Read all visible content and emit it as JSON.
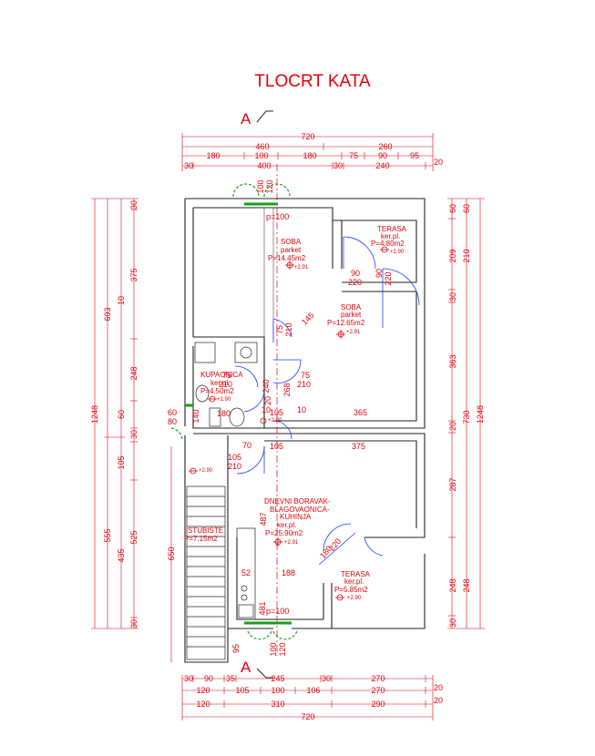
{
  "title": "TLOCRT KATA",
  "section_marker": "A",
  "dims_top": {
    "row1": [
      "720"
    ],
    "row2": [
      "460",
      "260"
    ],
    "row3": [
      "180",
      "100",
      "180",
      "75",
      "90",
      "95"
    ],
    "row4": [
      "30",
      "400",
      "30",
      "240",
      "20"
    ]
  },
  "dims_bottom": {
    "row1": [
      "30",
      "90",
      "35",
      "245",
      "30",
      "270",
      "20"
    ],
    "row2": [
      "120",
      "105",
      "100",
      "106",
      "270",
      "20"
    ],
    "row3": [
      "120",
      "310",
      "290",
      "20"
    ],
    "row4": [
      "720"
    ]
  },
  "dims_left": {
    "outer": "1248",
    "mid": [
      "693",
      "555"
    ],
    "inner": [
      "30",
      "375",
      "10",
      "248",
      "60",
      "30",
      "105",
      "525",
      "435",
      "30"
    ],
    "stair_col": "650"
  },
  "dims_right": {
    "outer": "1248",
    "mid": [
      "730"
    ],
    "inner": [
      "60",
      "209",
      "210",
      "30",
      "363",
      "20",
      "287",
      "248",
      "30"
    ]
  },
  "rooms": {
    "soba1": {
      "name": "SOBA",
      "floor": "parket",
      "area": "P=14.45m2",
      "level": "+2.91"
    },
    "terasa1": {
      "name": "TERASA",
      "floor": "ker.pl.",
      "area": "P=4.80m2",
      "level": "+2.90"
    },
    "soba2": {
      "name": "SOBA",
      "floor": "parket",
      "area": "P=12.65m2",
      "level": "+2.91"
    },
    "kupaonica": {
      "name": "KUPAONICA",
      "floor": "ker.pl.",
      "area": "P=4.50m2",
      "level": "+2.90"
    },
    "hodnik": {
      "level": "+2.90"
    },
    "dnevni": {
      "name": "DNEVNI BORAVAK-",
      "name2": "BLAGOVAONICA-",
      "name3": "KUHINJA",
      "floor": "ker.pl.",
      "area": "P=25.90m2",
      "level": "+2.91"
    },
    "stubiste": {
      "name": "STUBISTE",
      "area": "P=7.15m2"
    },
    "terasa2": {
      "name": "TERASA",
      "floor": "ker.pl.",
      "area": "P=5.85m2",
      "level": "+2.90"
    }
  },
  "openings": {
    "win_top": {
      "w": "100",
      "h": "120",
      "p": "p=100"
    },
    "win_bottom": {
      "w": "100",
      "h": "120",
      "p": "p=100"
    },
    "door_soba1": {
      "w": "90",
      "h": "220"
    },
    "door_terasa1": {
      "w": "90",
      "h": "220"
    },
    "door_soba2": {
      "w": "75",
      "h": "210"
    },
    "door_kupaonica": {
      "w": "75",
      "h": "210"
    },
    "door_hodnik": {
      "w": "75",
      "h": "210"
    },
    "door_dnevni": {
      "w": "105",
      "h": "210"
    },
    "door_terasa2": {
      "w": "180",
      "h": "220"
    },
    "win_kup": {
      "w": "60",
      "h": "80"
    },
    "misc": [
      "140",
      "180",
      "105",
      "105",
      "70",
      "105",
      "375",
      "365",
      "10",
      "10",
      "20",
      "240",
      "268",
      "487",
      "188",
      "52",
      "481",
      "95",
      "145"
    ]
  }
}
